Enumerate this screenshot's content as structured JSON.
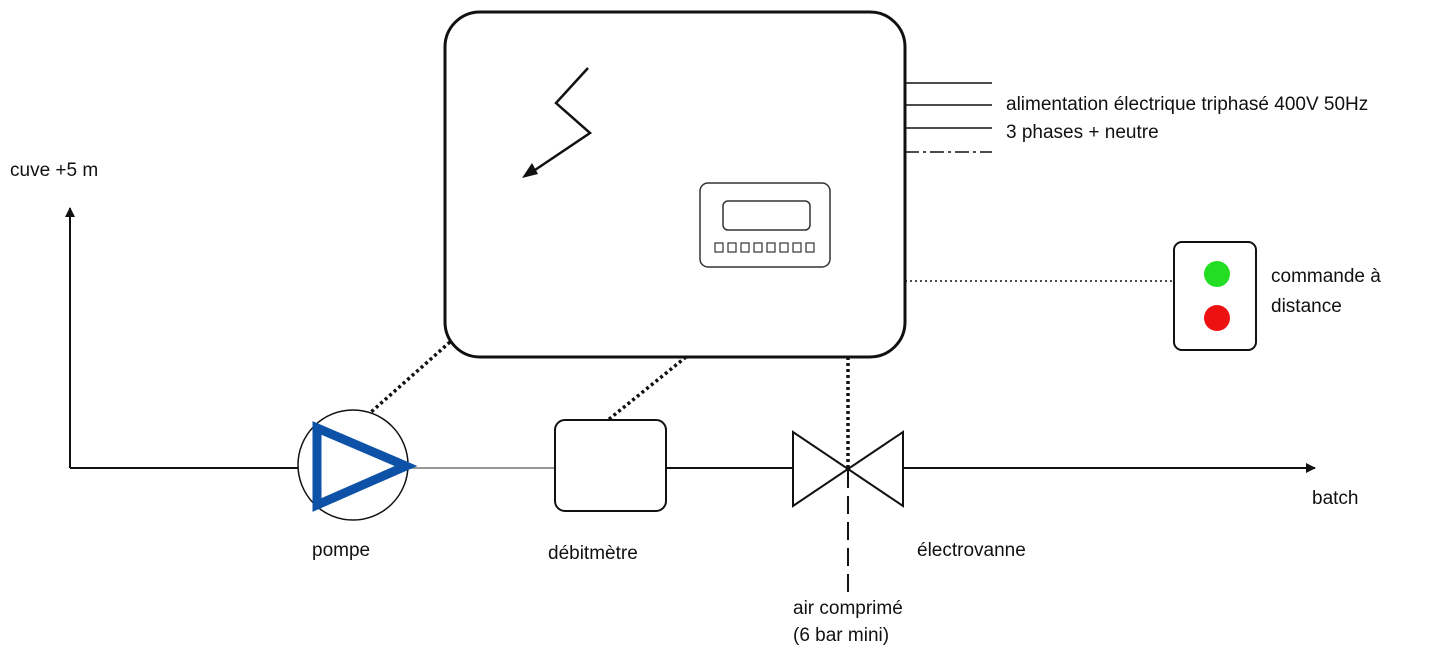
{
  "labels": {
    "power_line1": "alimentation électrique triphasé 400V 50Hz",
    "power_line2": "3 phases + neutre",
    "tank": "cuve +5 m",
    "remote_line1": "commande à",
    "remote_line2": "distance",
    "pump": "pompe",
    "flowmeter": "débitmètre",
    "valve": "électrovanne",
    "batch": "batch",
    "air_line1": "air comprimé",
    "air_line2": "(6 bar mini)"
  },
  "colors": {
    "line": "#111111",
    "pump_symbol": "#0d52a6",
    "remote_green": "#22dd22",
    "remote_red": "#ee1111"
  },
  "icons": {
    "controller": "control-cabinet-icon",
    "pump": "pump-icon",
    "flowmeter": "flowmeter-icon",
    "valve": "solenoid-valve-icon",
    "remote": "remote-control-icon"
  }
}
